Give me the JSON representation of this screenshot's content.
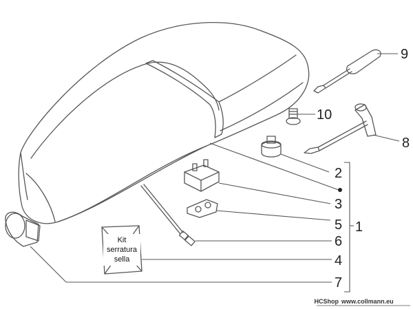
{
  "callouts": {
    "n9": "9",
    "n10": "10",
    "n8": "8",
    "n2": "2",
    "n3": "3",
    "n5": "5",
    "n1": "1",
    "n6": "6",
    "n4": "4",
    "n7": "7"
  },
  "kit_box": {
    "line1": "Kit",
    "line2": "serratura",
    "line3": "sella"
  },
  "credit": {
    "brand": "HCShop",
    "url": "www.collmann.eu"
  },
  "colors": {
    "line": "#555555",
    "part_fill": "#e8e8e8",
    "seat_fill": "#f2f2f2",
    "background": "#ffffff"
  }
}
